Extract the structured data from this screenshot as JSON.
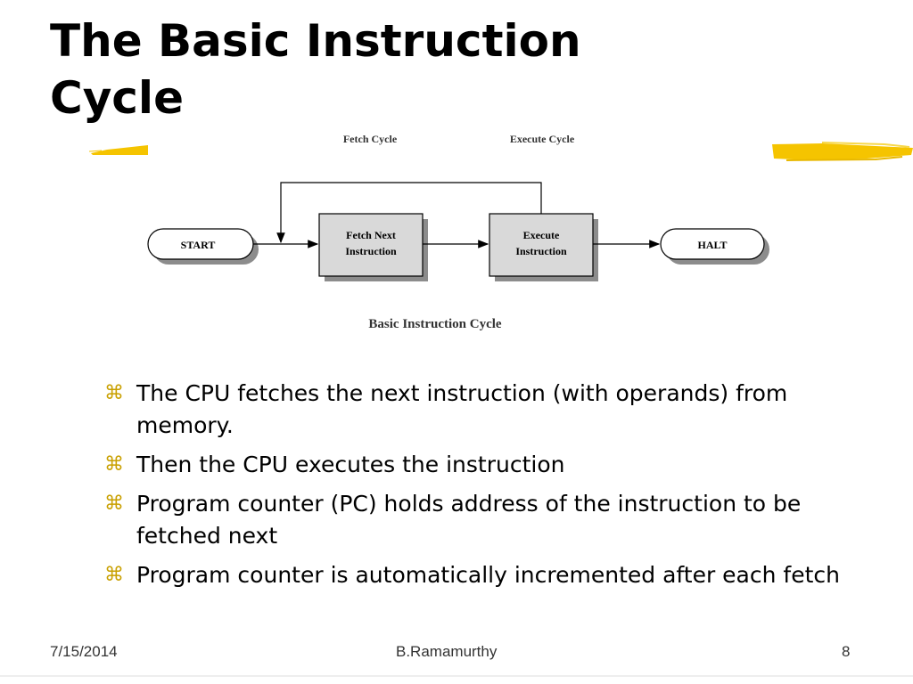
{
  "slide": {
    "title_line1": "The Basic Instruction",
    "title_line2": "Cycle"
  },
  "diagram": {
    "fetch_cycle_label": "Fetch Cycle",
    "execute_cycle_label": "Execute Cycle",
    "start_label": "START",
    "fetch_box_line1": "Fetch Next",
    "fetch_box_line2": "Instruction",
    "execute_box_line1": "Execute",
    "execute_box_line2": "Instruction",
    "halt_label": "HALT",
    "caption": "Basic Instruction Cycle"
  },
  "bullets": [
    {
      "mark": "⌘",
      "text": "The CPU fetches the next instruction (with operands) from memory."
    },
    {
      "mark": "⌘",
      "text": "Then the CPU executes the instruction"
    },
    {
      "mark": "⌘",
      "text": "Program counter (PC) holds address of the instruction to be fetched next"
    },
    {
      "mark": "⌘",
      "text": "Program counter is automatically incremented after each fetch"
    }
  ],
  "footer": {
    "date": "7/15/2014",
    "author": "B.Ramamurthy",
    "page": "8"
  },
  "colors": {
    "accent": "#f5c400",
    "box_fill": "#d9d9d9",
    "shadow": "#8c8c8c"
  }
}
